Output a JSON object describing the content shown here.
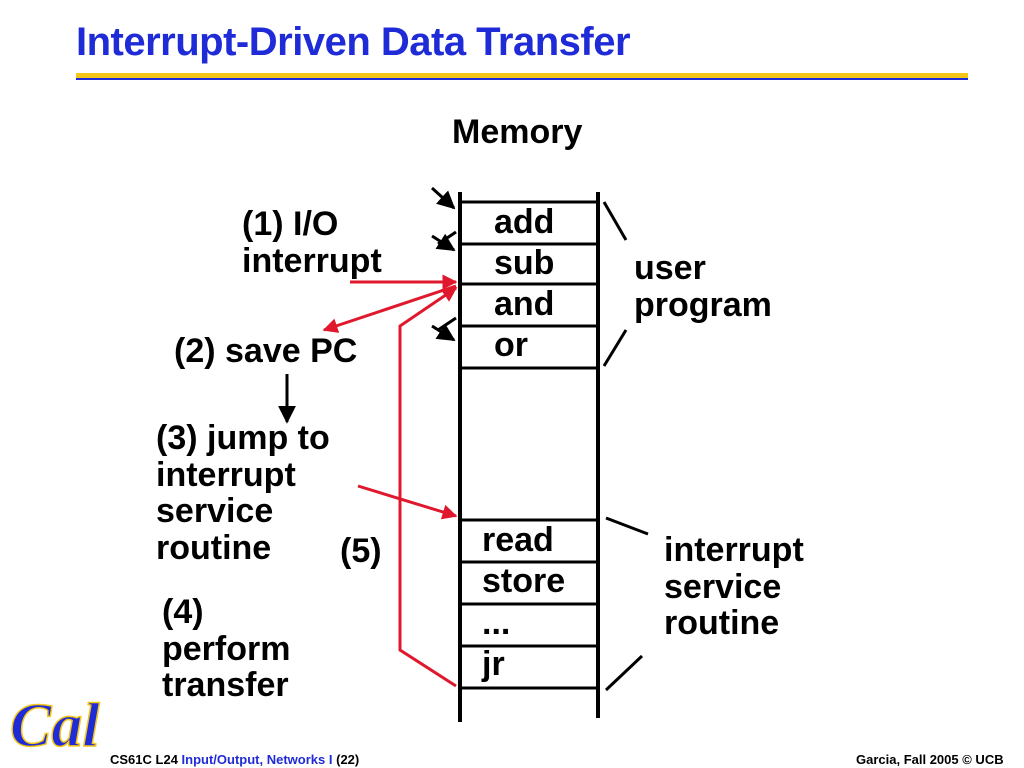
{
  "slide": {
    "title": "Interrupt-Driven Data Transfer",
    "memory_label": "Memory",
    "memory_cells_top": [
      "add",
      "sub",
      "and",
      "or"
    ],
    "memory_cells_bottom": [
      "read",
      "store",
      "...",
      "jr"
    ],
    "labels": {
      "io_interrupt": "(1) I/O\ninterrupt",
      "save_pc": "(2) save PC",
      "jump_isr": "(3) jump to\ninterrupt\nservice\nroutine",
      "step5": "(5)",
      "perform_transfer": "(4)\nperform\ntransfer",
      "user_program": "user\nprogram",
      "isr": "interrupt\nservice\nroutine"
    }
  },
  "footer": {
    "course": "CS61C L24",
    "topic": "Input/Output, Networks I",
    "page": "(22)",
    "credit": "Garcia, Fall 2005 © UCB"
  },
  "logo_text": "Cal",
  "colors": {
    "title": "#1f2bd6",
    "title_rule": "#f3c617",
    "flow_arrows": "#e0182d",
    "logo": "#1f2bd6"
  }
}
